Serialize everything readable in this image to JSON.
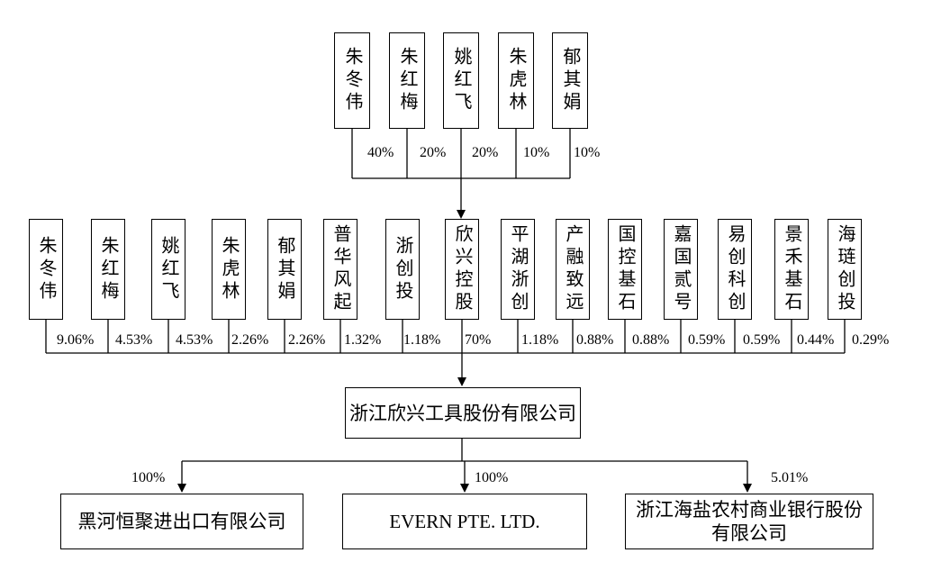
{
  "top_shareholders": [
    {
      "name": "朱冬伟",
      "pct": "40%"
    },
    {
      "name": "朱红梅",
      "pct": "20%"
    },
    {
      "name": "姚红飞",
      "pct": "20%"
    },
    {
      "name": "朱虎林",
      "pct": "10%"
    },
    {
      "name": "郁其娟",
      "pct": "10%"
    }
  ],
  "shareholders": [
    {
      "name": "朱冬伟",
      "pct": "9.06%"
    },
    {
      "name": "朱红梅",
      "pct": "4.53%"
    },
    {
      "name": "姚红飞",
      "pct": "4.53%"
    },
    {
      "name": "朱虎林",
      "pct": "2.26%"
    },
    {
      "name": "郁其娟",
      "pct": "2.26%"
    },
    {
      "name": "普华风起",
      "pct": "1.32%"
    },
    {
      "name": "浙创投",
      "pct": "1.18%"
    },
    {
      "name": "欣兴控股",
      "pct": "70%"
    },
    {
      "name": "平湖浙创",
      "pct": "1.18%"
    },
    {
      "name": "产融致远",
      "pct": "0.88%"
    },
    {
      "name": "国控基石",
      "pct": "0.88%"
    },
    {
      "name": "嘉国贰号",
      "pct": "0.59%"
    },
    {
      "name": "易创科创",
      "pct": "0.59%"
    },
    {
      "name": "景禾基石",
      "pct": "0.44%"
    },
    {
      "name": "海琏创投",
      "pct": "0.29%"
    }
  ],
  "company": {
    "name": "浙江欣兴工具股份有限公司"
  },
  "subsidiaries": [
    {
      "name": "黑河恒聚进出口有限公司",
      "pct": "100%"
    },
    {
      "name": "EVERN PTE. LTD.",
      "pct": "100%"
    },
    {
      "name": "浙江海盐农村商业银行股份有限公司",
      "pct": "5.01%"
    }
  ]
}
